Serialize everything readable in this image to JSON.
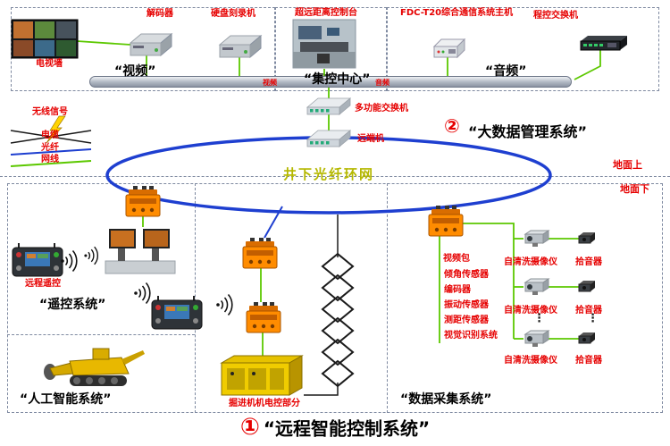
{
  "colors": {
    "label-red": "#e60000",
    "line-green": "#5cc800",
    "line-blue": "#1e3fd0",
    "device-orange": "#ff8c00",
    "ring-text": "#b5b800",
    "machine-yellow": "#f0c800"
  },
  "top": {
    "video": {
      "decoder": "解码器",
      "recorder": "硬盘刻录机",
      "tv_wall": "电视墙",
      "section": "“视频”"
    },
    "center": {
      "console": "超远距离控制台",
      "section": "“集控中心”"
    },
    "audio": {
      "host": "FDC-T20综合通信系统主机",
      "pbx": "程控交换机",
      "section": "“音频”"
    },
    "bus": {
      "left_tag": "视频",
      "right_tag": "音频"
    }
  },
  "legend": {
    "wireless": "无线信号",
    "cable": "电缆",
    "fiber": "光纤",
    "network": "网线"
  },
  "backbone": {
    "multi_switch": "多功能交换机",
    "remote_unit": "远端机",
    "ring": "井下光纤环网",
    "bigdata_num": "②",
    "bigdata": "“大数据管理系统”",
    "above_ground": "地面上",
    "below_ground": "地面下"
  },
  "remote": {
    "handheld": "远程遥控",
    "system": "“遥控系统”"
  },
  "ai": {
    "system": "“人工智能系统”"
  },
  "machine": {
    "label": "掘进机机电控部分"
  },
  "daq": {
    "video_pack": "视频包",
    "sensors": [
      "倾角传感器",
      "编码器",
      "振动传感器",
      "测距传感器",
      "视觉识别系统"
    ],
    "rows": [
      {
        "camera": "自清洗摄像仪",
        "pickup": "拾音器"
      },
      {
        "camera": "自清洗摄像仪",
        "pickup": "拾音器"
      },
      {
        "camera": "自清洗摄像仪",
        "pickup": "拾音器"
      }
    ],
    "ellipsis": "⋮",
    "system": "“数据采集系统”"
  },
  "footer": {
    "num": "①",
    "title": "“远程智能控制系统”"
  }
}
